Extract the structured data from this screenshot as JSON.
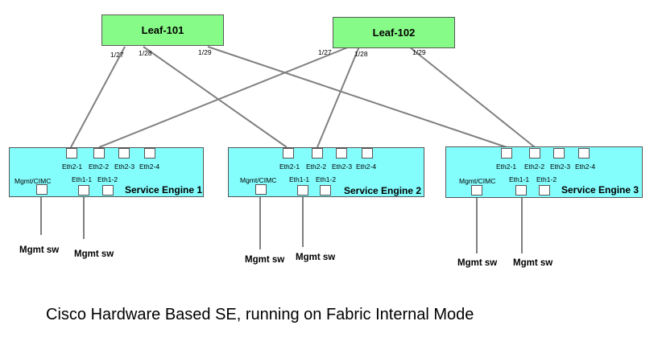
{
  "leaves": [
    {
      "name": "Leaf-101",
      "ports": [
        "1/27",
        "1/28",
        "1/29"
      ]
    },
    {
      "name": "Leaf-102",
      "ports": [
        "1/27",
        "1/28",
        "1/29"
      ]
    }
  ],
  "engines": [
    {
      "name": "Service Engine 1",
      "eth2": [
        "Eth2-1",
        "Eth2-2",
        "Eth2-3",
        "Eth2-4"
      ],
      "mgmt_port": "Mgmt/CIMC",
      "eth1": [
        "Eth1-1",
        "Eth1-2"
      ],
      "switch_labels": [
        "Mgmt sw",
        "Mgmt sw"
      ]
    },
    {
      "name": "Service Engine 2",
      "eth2": [
        "Eth2-1",
        "Eth2-2",
        "Eth2-3",
        "Eth2-4"
      ],
      "mgmt_port": "Mgmt/CIMC",
      "eth1": [
        "Eth1-1",
        "Eth1-2"
      ],
      "switch_labels": [
        "Mgmt sw",
        "Mgmt sw"
      ]
    },
    {
      "name": "Service Engine 3",
      "eth2": [
        "Eth2-1",
        "Eth2-2",
        "Eth2-3",
        "Eth2-4"
      ],
      "mgmt_port": "Mgmt/CIMC",
      "eth1": [
        "Eth1-1",
        "Eth1-2"
      ],
      "switch_labels": [
        "Mgmt sw",
        "Mgmt sw"
      ]
    }
  ],
  "caption": "Cisco Hardware Based SE, running on Fabric Internal Mode",
  "colors": {
    "leaf_fill": "#87fb87",
    "engine_fill": "#84fdfd",
    "link": "#808080"
  }
}
